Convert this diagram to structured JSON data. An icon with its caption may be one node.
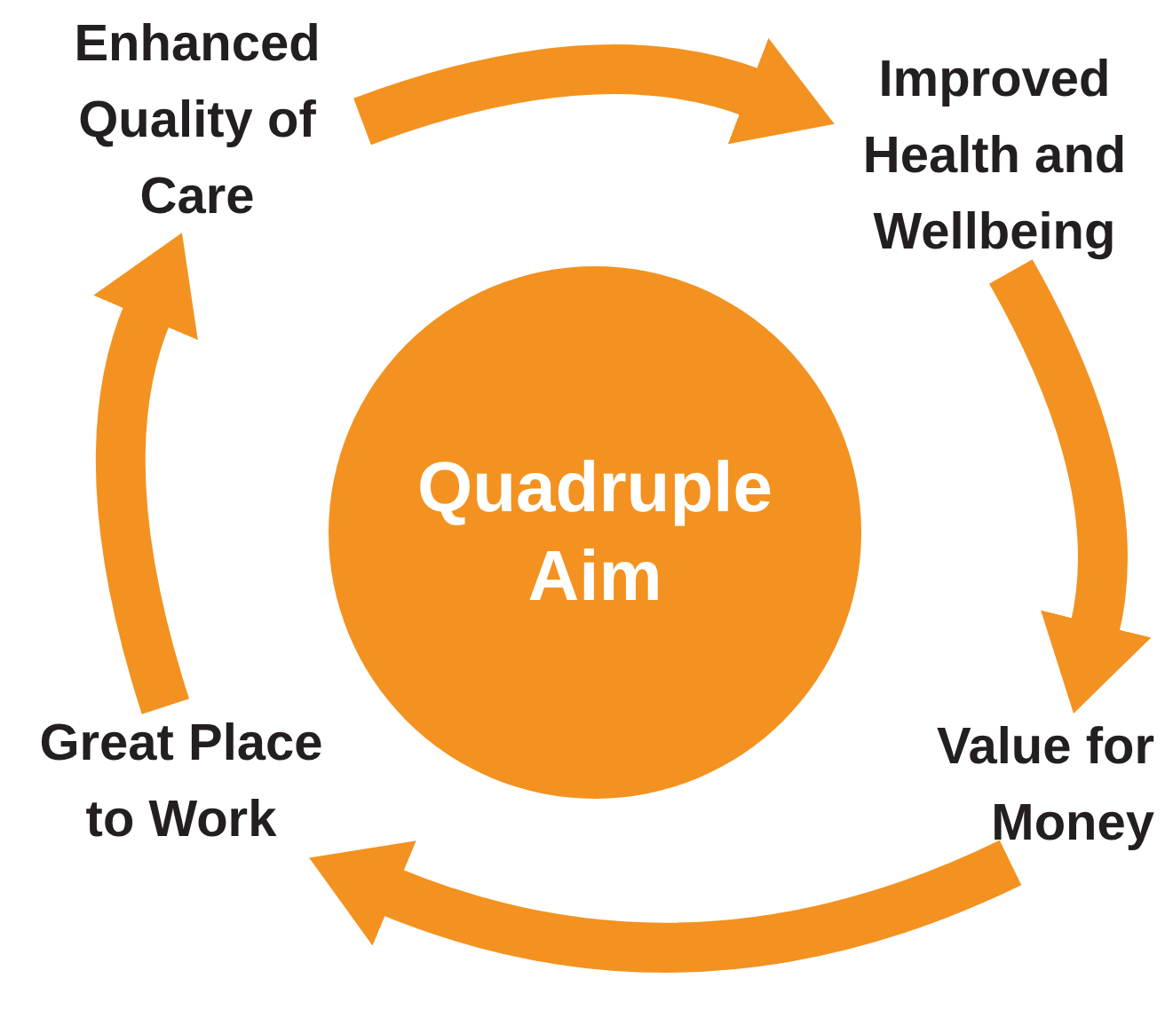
{
  "diagram": {
    "nodes": [
      {
        "text": [
          "Quadruple Aim"
        ]
      },
      {
        "text": [
          "Enhanced Quality of Care"
        ]
      },
      {
        "text": [
          "Improved Health and Wellbeing"
        ]
      },
      {
        "text": [
          "Value for Money"
        ]
      },
      {
        "text": [
          "Great Place to Work"
        ]
      }
    ],
    "edges": [
      {
        "from": 1,
        "to": 2,
        "arrow": "to"
      },
      {
        "from": 2,
        "to": 3,
        "arrow": "to"
      },
      {
        "from": 3,
        "to": 4,
        "arrow": "to"
      },
      {
        "from": 4,
        "to": 1,
        "arrow": "to"
      }
    ]
  }
}
